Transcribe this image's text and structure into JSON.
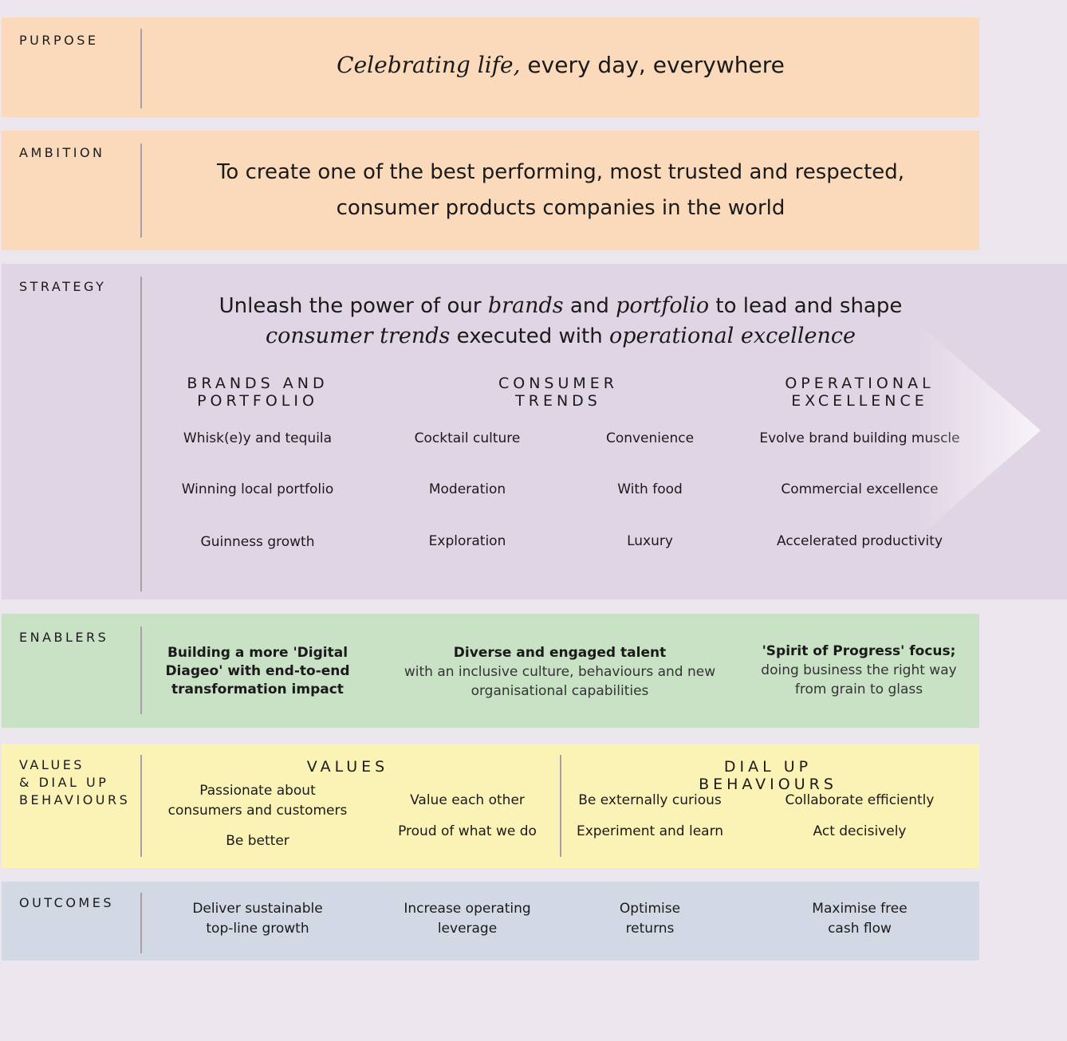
{
  "purpose": {
    "label": "PURPOSE",
    "statement_italic": "Celebrating life,",
    "statement_rest": " every day, everywhere"
  },
  "ambition": {
    "label": "AMBITION",
    "line1": "To create one of the best performing, most trusted and respected,",
    "line2": "consumer products companies in the world"
  },
  "strategy": {
    "label": "STRATEGY",
    "headline": {
      "p1": "Unleash the power of our ",
      "i1": "brands",
      "p2": " and ",
      "i2": "portfolio",
      "p3": " to lead and shape",
      "i3": "consumer trends",
      "p4": " executed with ",
      "i4": "operational excellence"
    },
    "pillars": [
      {
        "title": "BRANDS AND\nPORTFOLIO",
        "items": [
          "Whisk(e)y and tequila",
          "Winning local portfolio",
          "Guinness growth"
        ]
      },
      {
        "title": "CONSUMER\nTRENDS",
        "items_left": [
          "Cocktail culture",
          "Moderation",
          "Exploration"
        ],
        "items_right": [
          "Convenience",
          "With food",
          "Luxury"
        ]
      },
      {
        "title": "OPERATIONAL\nEXCELLENCE",
        "items": [
          "Evolve brand building muscle",
          "Commercial excellence",
          "Accelerated productivity"
        ]
      }
    ]
  },
  "enablers": {
    "label": "ENABLERS",
    "items": [
      {
        "bold": "Building a more 'Digital\nDiageo' with end-to-end\ntransformation impact",
        "light": ""
      },
      {
        "bold": "Diverse and engaged talent",
        "light": "with an inclusive culture, behaviours and new\norganisational capabilities"
      },
      {
        "bold": "'Spirit of Progress' focus;",
        "light": "doing business the right way\nfrom grain to glass"
      }
    ]
  },
  "values": {
    "label": "VALUES\n& DIAL UP\nBEHAVIOURS",
    "values_title": "VALUES",
    "behaviours_title": "DIAL UP BEHAVIOURS",
    "values_items": [
      "Passionate about\nconsumers and customers",
      "Be better",
      "Value each other",
      "Proud of what we do"
    ],
    "behaviour_items": [
      "Be externally curious",
      "Experiment and learn",
      "Collaborate efficiently",
      "Act decisively"
    ]
  },
  "outcomes": {
    "label": "OUTCOMES",
    "items": [
      "Deliver sustainable\ntop-line growth",
      "Increase operating\nleverage",
      "Optimise\nreturns",
      "Maximise free\ncash flow"
    ]
  },
  "colors": {
    "purpose": "#fbdabb",
    "strategy": "#e0d5e5",
    "enablers": "#c9e2c6",
    "values": "#fbf3b5",
    "outcomes": "#d3d9e4"
  }
}
